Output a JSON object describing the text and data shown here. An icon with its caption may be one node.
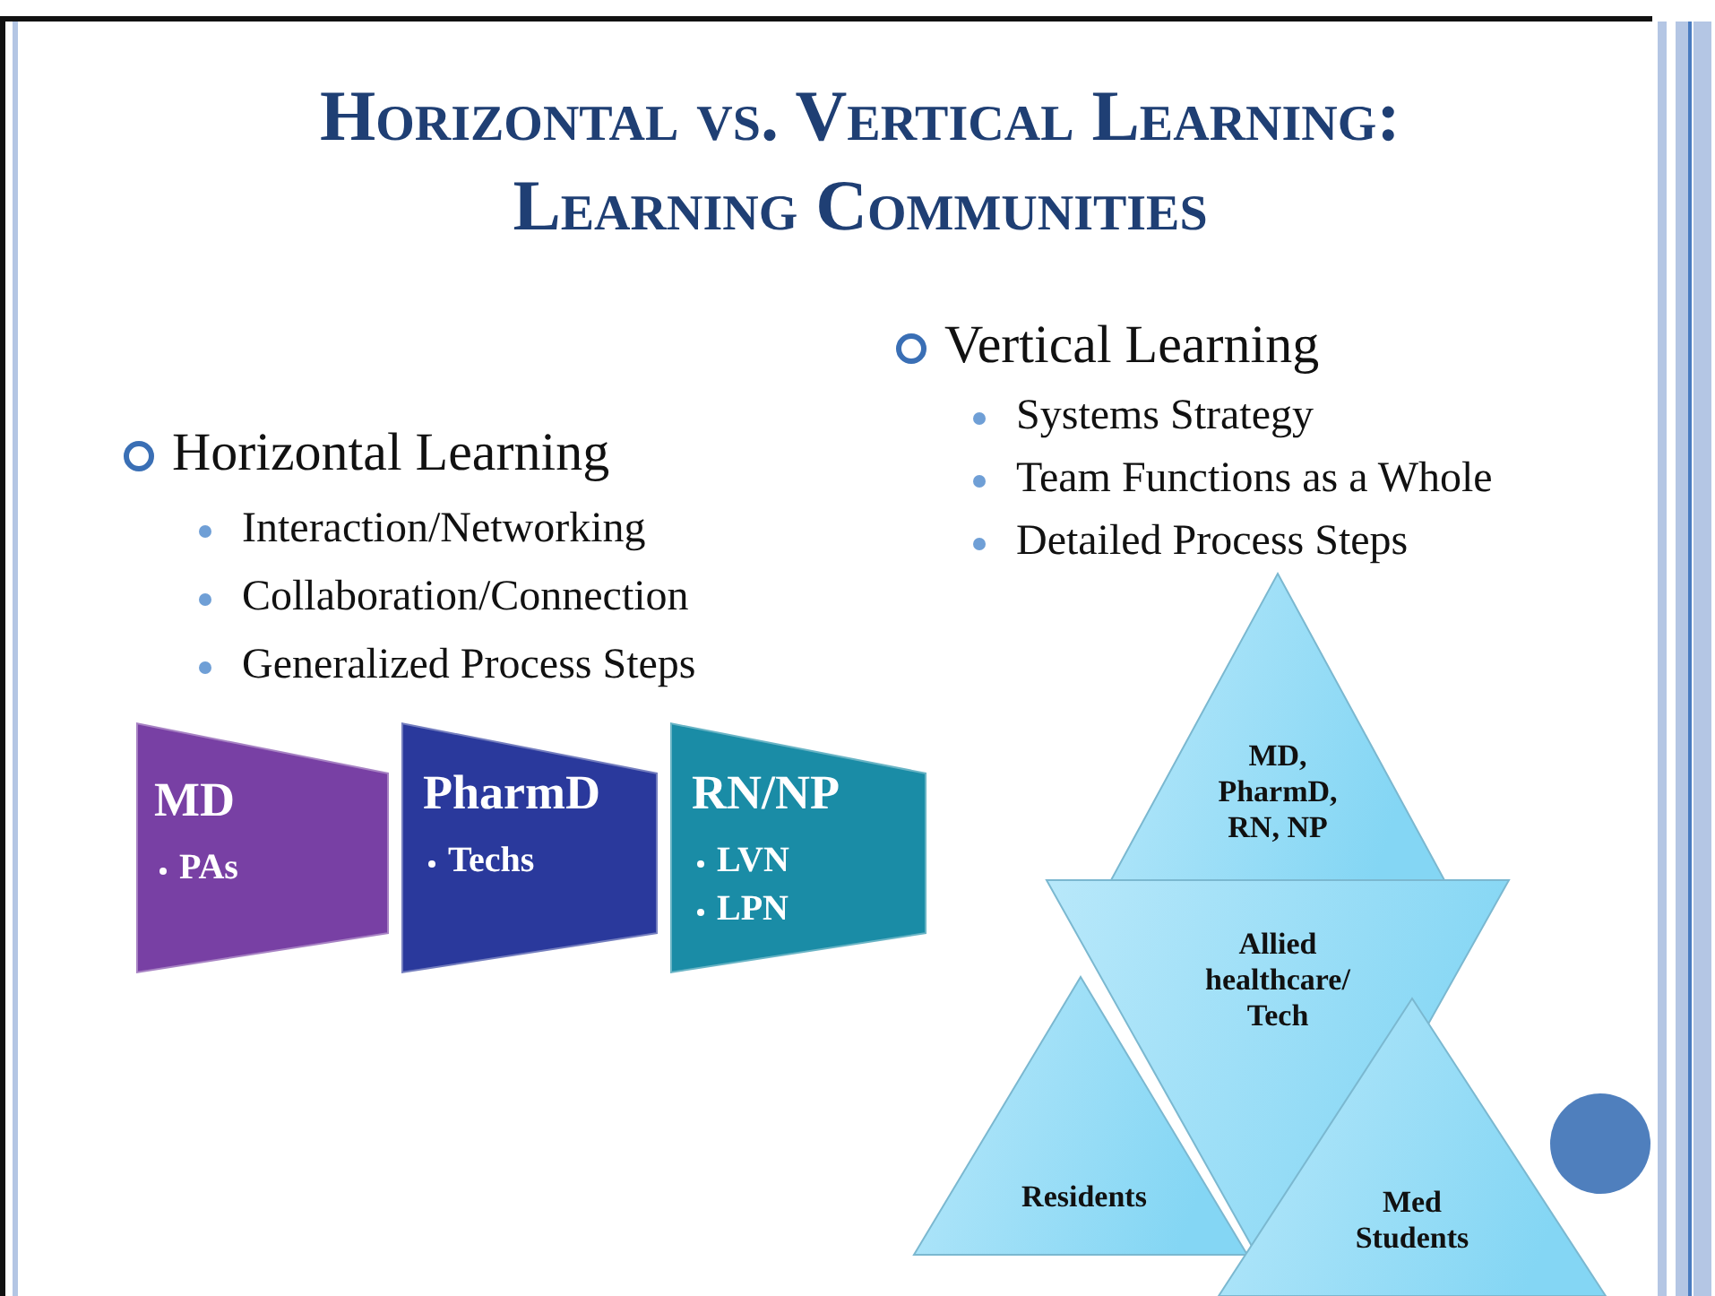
{
  "diagram": {
    "title": "Horizontal vs. Vertical Learning: Learning Communities",
    "nodes": [
      {
        "text": [
          "MD",
          "PAs"
        ]
      },
      {
        "text": [
          "PharmD",
          "Techs"
        ]
      },
      {
        "text": [
          "RN/NP",
          "LVN",
          "LPN"
        ]
      },
      {
        "text": [
          "Residents"
        ]
      },
      {
        "text": [
          "MD, PharmD, RN, NP"
        ]
      },
      {
        "text": [
          "Allied healthcare/ Tech"
        ]
      },
      {
        "text": [
          "Med Students"
        ]
      }
    ],
    "labels": [
      "Horizontal Learning",
      "Interaction/Networking",
      "Collaboration/Connection",
      "Generalized Process Steps",
      "Vertical Learning",
      "Systems Strategy",
      "Team Functions as a Whole",
      "Detailed Process Steps"
    ]
  }
}
